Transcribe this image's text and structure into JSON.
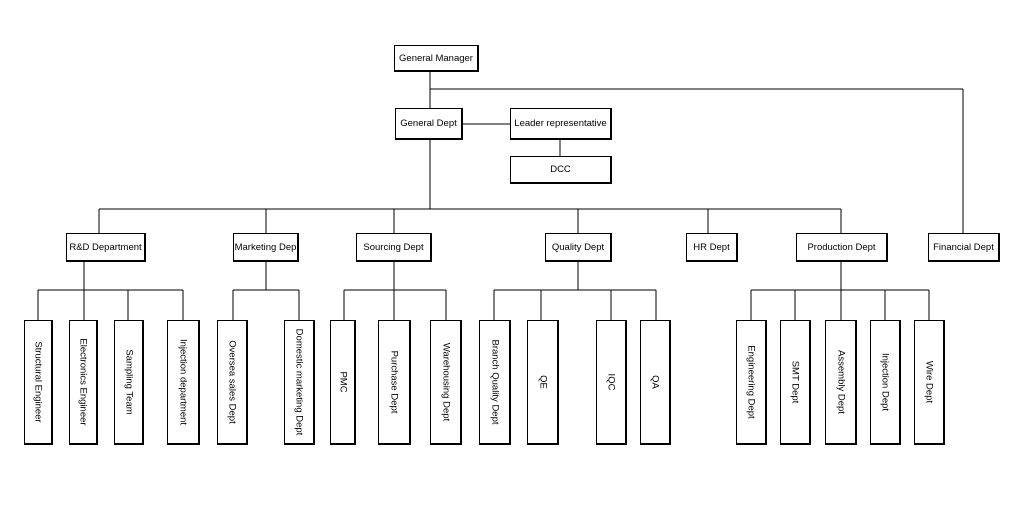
{
  "org_chart": {
    "general_manager": "General Manager",
    "general_dept": "General Dept",
    "leader_representative": "Leader representative",
    "dcc": "DCC",
    "financial_dept": "Financial Dept",
    "departments": [
      {
        "label": "R&D Department",
        "subunits": [
          "Structural Engineer",
          "Electronics Engineer",
          "Sampling Team",
          "Injection department"
        ]
      },
      {
        "label": "Marketing Dep",
        "subunits": [
          "Oversea sales Dept",
          "Domestic marketing Dept"
        ]
      },
      {
        "label": "Sourcing Dept",
        "subunits": [
          "PMC",
          "Purchase Dept",
          "Warehousing Dept"
        ]
      },
      {
        "label": "Quality Dept",
        "subunits": [
          "Branch Quality Dept",
          "QE",
          "IQC",
          "QA"
        ]
      },
      {
        "label": "HR Dept",
        "subunits": []
      },
      {
        "label": "Production Dept",
        "subunits": [
          "Engineering Dept",
          "SMT Dept",
          "Assembly Dept",
          "Injection Dept",
          "Wire Dept"
        ]
      }
    ]
  }
}
